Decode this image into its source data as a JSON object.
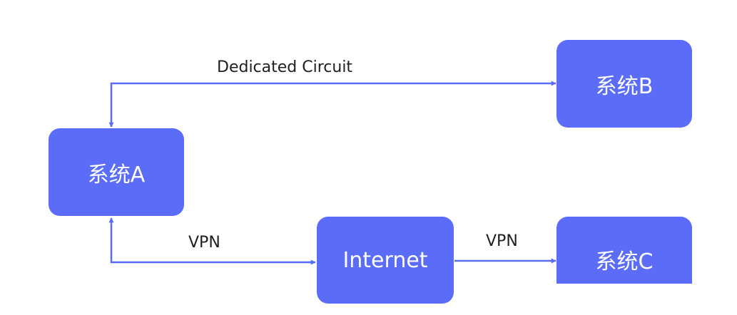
{
  "colors": {
    "node_fill": "#5B6CF9",
    "link": "#5B6CF9",
    "node_text": "#FFFFFF",
    "label_text": "#1F1F1F"
  },
  "nodes": {
    "system_a": "系统A",
    "system_b": "系统B",
    "system_c": "系统C",
    "internet": "Internet"
  },
  "links": {
    "a_to_b": "Dedicated Circuit",
    "a_to_internet": "VPN",
    "internet_to_c": "VPN"
  }
}
